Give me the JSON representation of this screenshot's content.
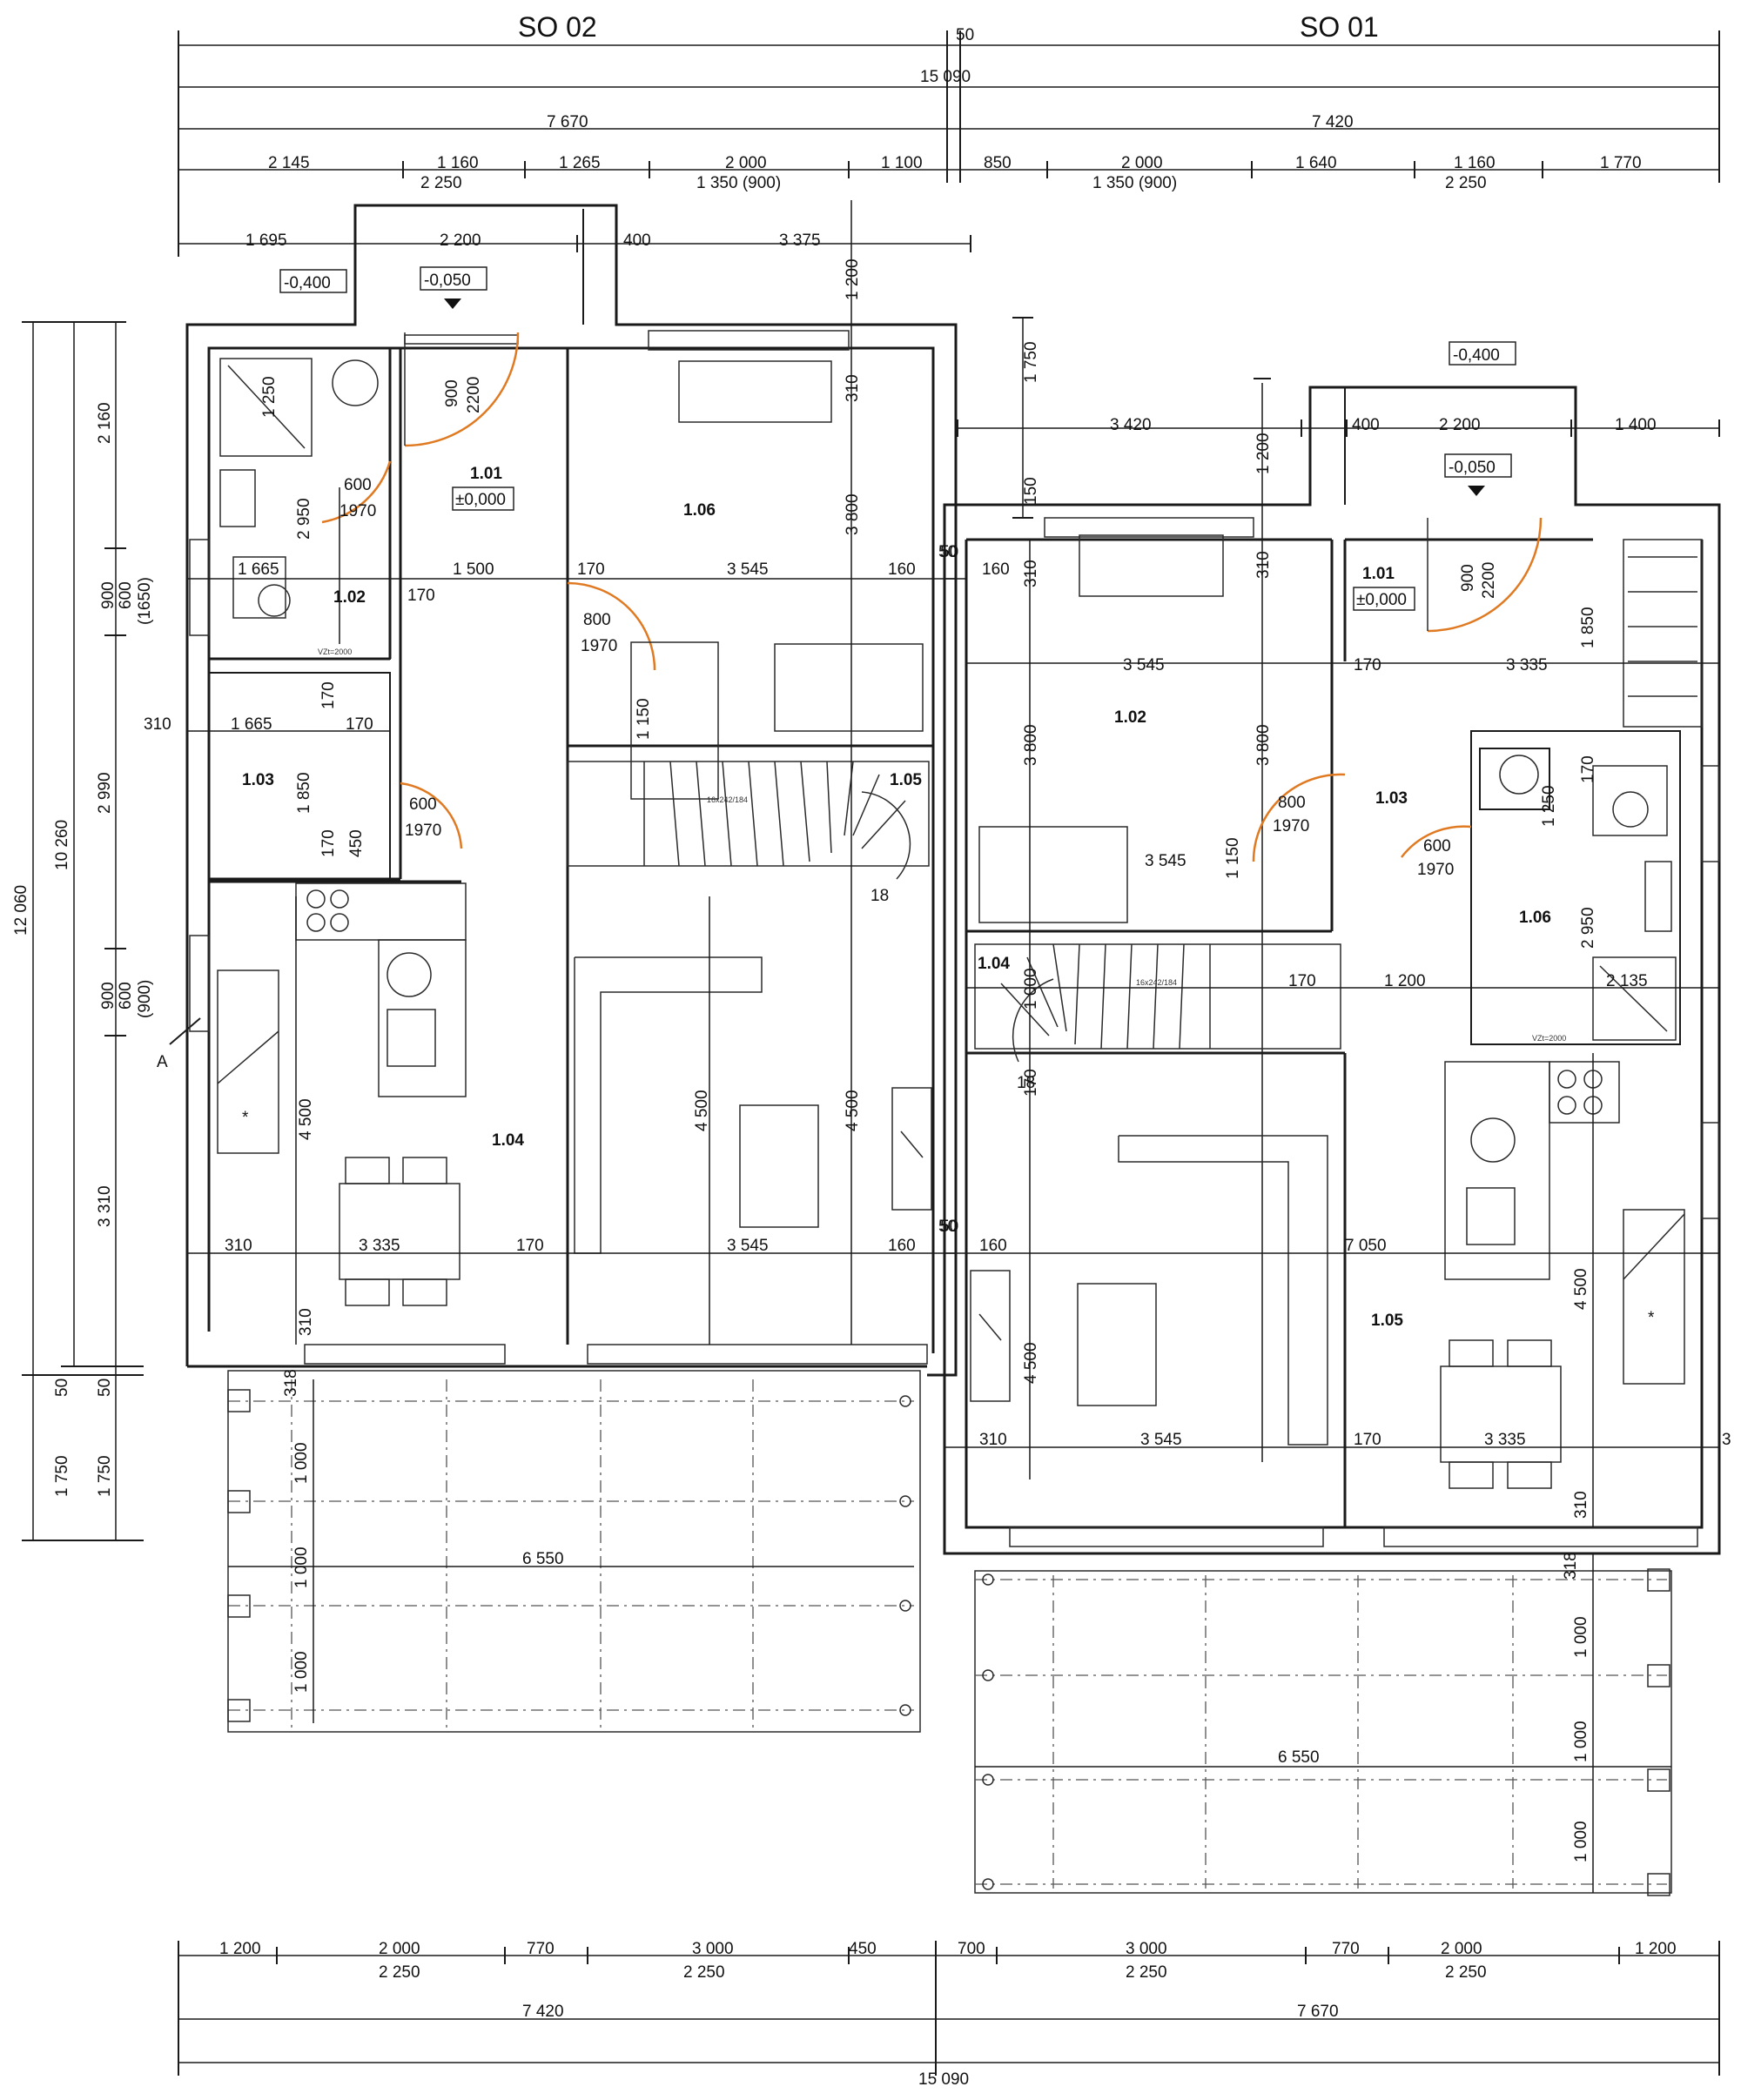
{
  "buildings": {
    "left_title": "SO 02",
    "right_title": "SO 01"
  },
  "dimensions": {
    "top_total": "15 090",
    "top_gap": "50",
    "top_left_total": "7 670",
    "top_right_total": "7 420",
    "top_row_left": [
      "2 145",
      "1 160",
      "1 265",
      "2 000",
      "1 100"
    ],
    "top_row_left_sub": [
      "2 250",
      "1 350 (900)"
    ],
    "top_row_right": [
      "850",
      "2 000",
      "1 640",
      "1 160",
      "1 770"
    ],
    "top_row_right_sub": [
      "1 350 (900)",
      "2 250"
    ],
    "entry_left": [
      "1 695",
      "2 200",
      "400",
      "3 375"
    ],
    "entry_right": [
      "3 420",
      "400",
      "2 200",
      "1 400"
    ],
    "left_vertical": [
      "12 060",
      "10 260",
      "2 160",
      "900",
      "600",
      "(1650)",
      "2 990",
      "900",
      "600",
      "(900)",
      "3 310",
      "50",
      "50",
      "1 750",
      "1 750"
    ],
    "right_vertical": [
      "1 750",
      "1 200"
    ],
    "bottom_row_left": [
      "1 200",
      "2 000",
      "770",
      "3 000",
      "450"
    ],
    "bottom_row_left_sub": [
      "2 250",
      "2 250"
    ],
    "bottom_row_right": [
      "700",
      "3 000",
      "770",
      "2 000",
      "1 200"
    ],
    "bottom_row_right_sub": [
      "2 250",
      "2 250"
    ],
    "bottom_left_total": "7 420",
    "bottom_right_total": "7 670",
    "bottom_total": "15 090",
    "terrace": "6 550",
    "terrace_spans": [
      "1 000",
      "1 000",
      "1 000"
    ],
    "terrace_edge": "318",
    "section_mark": "A"
  },
  "levels": {
    "left_outer": "-0,400",
    "left_entry": "-0,050",
    "right_outer": "-0,400",
    "right_entry": "-0,050",
    "floor": "±0,000"
  },
  "left_rooms": {
    "r101": "1.01",
    "r102": "1.02",
    "r103": "1.03",
    "r104": "1.04",
    "r105": "1.05",
    "r106": "1.06",
    "dims": {
      "d900": "900",
      "d2200": "2200",
      "d600a": "600",
      "d1970a": "1970",
      "d2950": "2 950",
      "d1250": "1 250",
      "d1665a": "1 665",
      "d170a": "170",
      "d1500": "1 500",
      "d170b": "170",
      "d3545a": "3 545",
      "d160a": "160",
      "d50a": "50",
      "d800": "800",
      "d1970b": "1970",
      "d1150": "1 150",
      "d3800": "3 800",
      "d310a": "310",
      "d1200": "1 200",
      "d310b": "310",
      "d1665b": "1 665",
      "d170c": "170",
      "d1850": "1 850",
      "d170d": "170",
      "d450": "450",
      "d600b": "600",
      "d1970c": "1970",
      "d170e": "170",
      "d4500a": "4 500",
      "d4500b": "4 500",
      "d4500c": "4 500",
      "d310c": "310",
      "d3335": "3 335",
      "d170f": "170",
      "d3545b": "3 545",
      "d160b": "160",
      "d50b": "50",
      "d310d": "310"
    }
  },
  "right_rooms": {
    "r101": "1.01",
    "r102": "1.02",
    "r103": "1.03",
    "r104": "1.04",
    "r105": "1.05",
    "r106": "1.06",
    "dims": {
      "d900": "900",
      "d2200": "2200",
      "d160a": "160",
      "d310a": "310",
      "d310b": "310",
      "d3545a": "3 545",
      "d170a": "170",
      "d3335a": "3 335",
      "d1850": "1 850",
      "d3800a": "3 800",
      "d3800b": "3 800",
      "d800": "800",
      "d1970a": "1970",
      "d600": "600",
      "d1970b": "1970",
      "d1150": "1 150",
      "d3545b": "3 545",
      "d1250": "1 250",
      "d170b": "170",
      "d2950": "2 950",
      "d170c": "170",
      "d1200": "1 200",
      "d2135": "2 135",
      "d1000": "1 000",
      "d170d": "170",
      "d160b": "160",
      "d7050": "7 050",
      "d4500a": "4 500",
      "d4500b": "4 500",
      "d310c": "310",
      "d3545c": "3 545",
      "d170e": "170",
      "d3335b": "3 335",
      "d310d": "310",
      "d150": "150",
      "d3": "3"
    }
  },
  "stairs": {
    "left_label": "16x242/184",
    "right_label": "16x242/184",
    "vzt": "VZt=2000",
    "mark": "18"
  }
}
